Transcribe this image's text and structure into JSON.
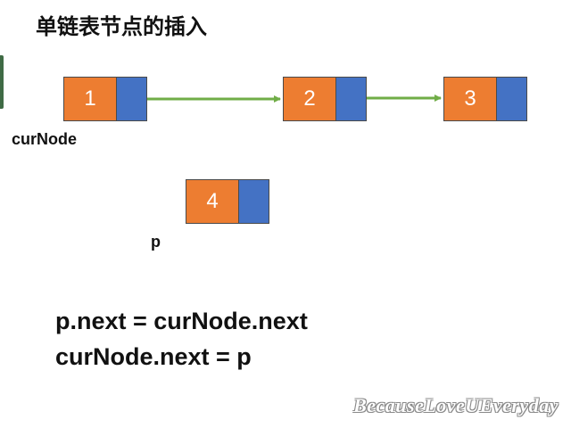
{
  "title": "单链表节点的插入",
  "nodes": [
    {
      "value": "1"
    },
    {
      "value": "2"
    },
    {
      "value": "3"
    },
    {
      "value": "4"
    }
  ],
  "labels": {
    "cur_node": "curNode",
    "p": "p"
  },
  "code": {
    "line1": "p.next = curNode.next",
    "line2": "curNode.next = p"
  },
  "watermark": "BecauseLoveUEveryday",
  "colors": {
    "value_cell": "#ed7d31",
    "pointer_cell": "#4472c4",
    "link_arrow": "#70ad47"
  }
}
